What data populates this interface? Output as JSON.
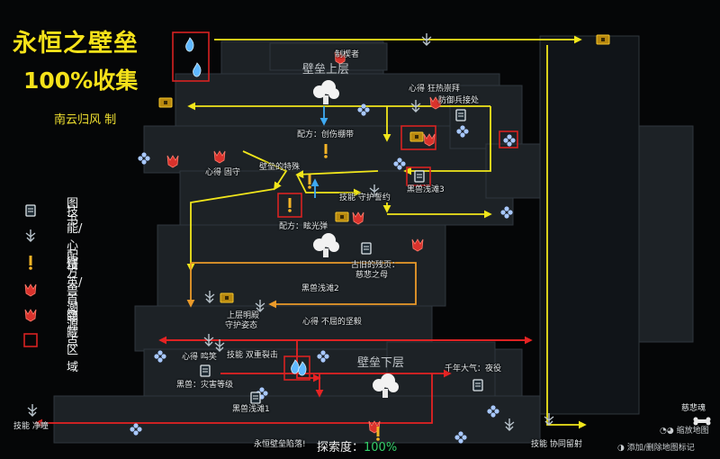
{
  "header": {
    "title_line1": "永恒之壁垒",
    "title_line2": "100%收集",
    "credit": "南云归风 制"
  },
  "areas": {
    "upper": "壁垒上层",
    "lower": "壁垒下层"
  },
  "legend": [
    {
      "icon": "book-icon",
      "label": "图书"
    },
    {
      "icon": "skill-icon",
      "label": "技能/心得"
    },
    {
      "icon": "recipe-icon",
      "label": "配方"
    },
    {
      "icon": "elite-icon",
      "label": "精英/首领"
    },
    {
      "icon": "beast-tide-icon",
      "label": "兽潮源点"
    },
    {
      "icon": "hidden-area-box",
      "label": "隐藏区域"
    }
  ],
  "map_labels": {
    "zhijiu": "制楔者",
    "xinde_kuangre": "心得  狂热崇拜",
    "fangyu": "防御兵接处",
    "peifang_chuangshang": "配方：创伤绷带",
    "xinde_guzhan": "心得  固守",
    "bunker": "壁垒的特殊",
    "jineng_shouhu": "技能  守护誓约",
    "heiyu3": "黑兽浅滩3",
    "peifang_xuanguang": "配方：眩光弹",
    "guyi": "古旧的残页：",
    "cibei": "慈悲之母",
    "heiyu2": "黑兽浅滩2",
    "shangceng": "上层明殿",
    "shouhu_zishi": "守护姿态",
    "xinde_bunao": "心得  不屈的坚毅",
    "xinde_mingxiao": "心得  鸣笑",
    "jineng_shuangchong": "技能  双重裂击",
    "heishou_zaihai": "黑兽：灾害等级",
    "heishou_qianjiang1": "黑兽浅滩1",
    "qiannian_daqi": "千年大气：夜役",
    "jineng_jinghua": "技能  净瞳",
    "yongheng_xianjing": "永恒壁垒陷落!",
    "jineng_xietong": "技能  协同留射",
    "ciyuan": "慈悲魂"
  },
  "status": {
    "explore_label": "探索度：",
    "explore_value": "100%"
  },
  "hint": {
    "add_remove_marker": "添加/删除地图标记",
    "toggle_map": "缩放地图"
  },
  "colors": {
    "yellow_path": "#f1e61b",
    "red_path": "#e52323",
    "orange_path": "#ea9a2a",
    "blue_path": "#3ea9f2",
    "hidden_box": "#d82222"
  }
}
